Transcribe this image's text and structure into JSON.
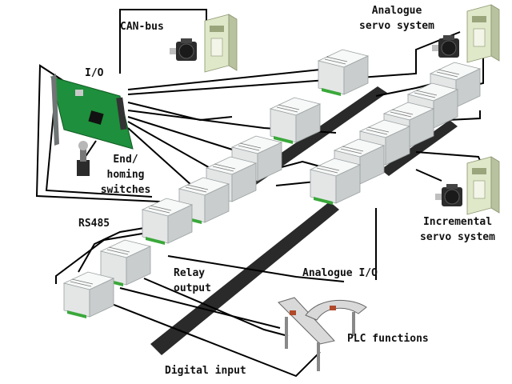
{
  "labels": {
    "can_bus": "CAN-bus",
    "analogue_servo_1": "Analogue",
    "analogue_servo_2": "servo system",
    "io": "I/O",
    "end_homing_1": "End/",
    "end_homing_2": "homing",
    "end_homing_3": "switches",
    "rs485": "RS485",
    "incremental_1": "Incremental",
    "incremental_2": "servo system",
    "relay_1": "Relay",
    "relay_2": "output",
    "analogue_io": "Analogue I/O",
    "plc": "PLC functions",
    "digital_input": "Digital input"
  },
  "colors": {
    "background": "#ffffff",
    "wire": "#000000",
    "module_body": "#eceeee",
    "module_shadow": "#b9bdbd",
    "terminal_green": "#3aa83a",
    "pcb_green": "#1e8f3c",
    "servo_drive": "#d9e4c4",
    "rail": "#2a2a2a"
  },
  "icons": [
    "io-card-icon",
    "servo-drive-icon",
    "servo-motor-icon",
    "din-rail-module-icon",
    "din-rail-icon",
    "limit-switch-icon",
    "conveyor-icon"
  ]
}
